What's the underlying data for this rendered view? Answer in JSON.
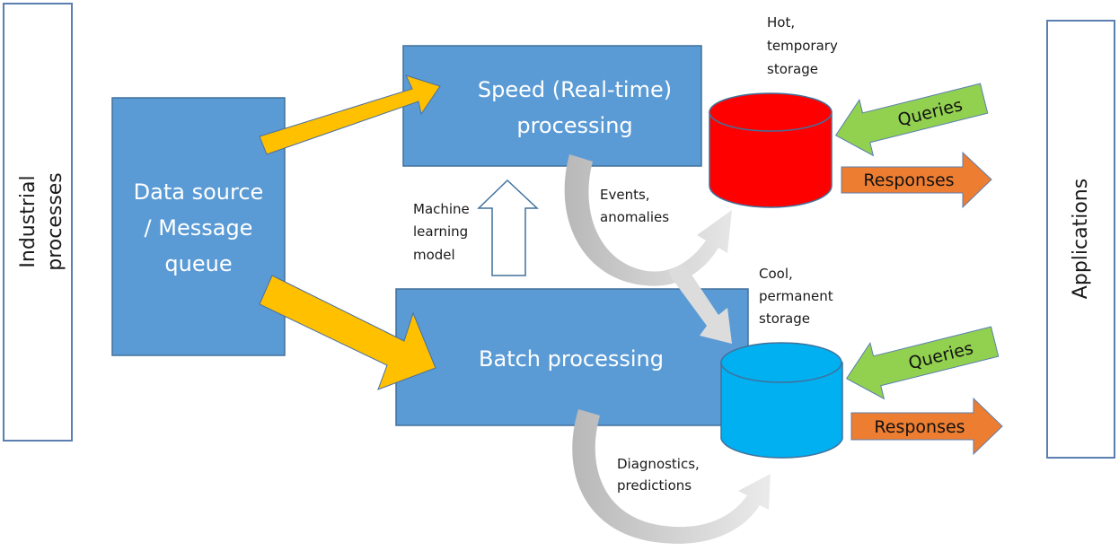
{
  "diagram": {
    "left_box": {
      "label_lines": [
        "Industrial",
        "processes"
      ]
    },
    "right_box": {
      "label": "Applications"
    },
    "source": {
      "label_lines": [
        "Data source",
        "/ Message",
        "queue"
      ]
    },
    "speed_layer": {
      "label_lines": [
        "Speed (Real-time)",
        "processing"
      ]
    },
    "batch_layer": {
      "label": "Batch processing"
    },
    "ml_model": {
      "label_lines": [
        "Machine",
        "learning",
        "model"
      ]
    },
    "events_flow": {
      "label_lines": [
        "Events,",
        "anomalies"
      ]
    },
    "diagnostics_flow": {
      "label_lines": [
        "Diagnostics,",
        "predictions"
      ]
    },
    "hot_storage": {
      "label_lines": [
        "Hot,",
        "temporary",
        "storage"
      ]
    },
    "cool_storage": {
      "label_lines": [
        "Cool,",
        "permanent",
        "storage"
      ]
    },
    "hot_queries": {
      "label": "Queries"
    },
    "hot_responses": {
      "label": "Responses"
    },
    "cool_queries": {
      "label": "Queries"
    },
    "cool_responses": {
      "label": "Responses"
    }
  },
  "colors": {
    "process_box": "#5b9bd5",
    "box_border": "#41719c",
    "ingest_arrow": "#ffc000",
    "hot_storage": "#ff0000",
    "cool_storage": "#00b0f0",
    "queries_arrow": "#92d050",
    "responses_arrow": "#ed7d31",
    "flow_arrow": "#bfbfbf"
  }
}
